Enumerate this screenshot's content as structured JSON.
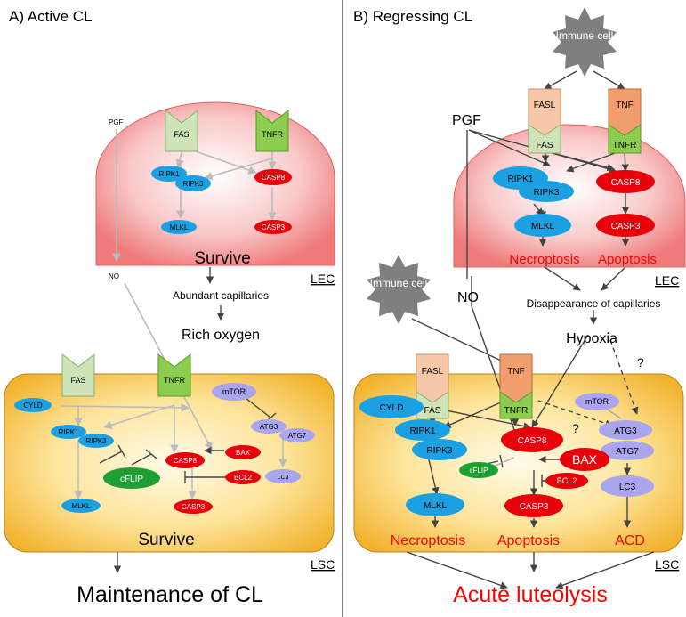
{
  "panel_a": {
    "title": "A) Active CL",
    "pgf": "PGF",
    "no": "NO",
    "fas": "FAS",
    "tnfr": "TNFR",
    "ripk1": "RIPK1",
    "ripk3": "RIPK3",
    "mlkl": "MLKL",
    "casp8": "CASP8",
    "casp3": "CASP3",
    "lec_status": "Survive",
    "lec_label": "LEC",
    "capillaries": "Abundant capillaries",
    "oxygen": "Rich oxygen",
    "cyld": "CYLD",
    "mtor": "mTOR",
    "atg3": "ATG3",
    "atg7": "ATG7",
    "lc3": "LC3",
    "bax": "BAX",
    "bcl2": "BCL2",
    "cflip": "cFLIP",
    "lsc_status": "Survive",
    "lsc_label": "LSC",
    "outcome": "Maintenance of CL"
  },
  "panel_b": {
    "title": "B) Regressing CL",
    "immune_cell": "Immune cell",
    "pgf": "PGF",
    "no": "NO",
    "fasl": "FASL",
    "tnf": "TNF",
    "fas": "FAS",
    "tnfr": "TNFR",
    "ripk1": "RIPK1",
    "ripk3": "RIPK3",
    "mlkl": "MLKL",
    "casp8": "CASP8",
    "casp3": "CASP3",
    "necroptosis": "Necroptosis",
    "apoptosis": "Apoptosis",
    "lec_label": "LEC",
    "capillaries": "Disappearance of capillaries",
    "hypoxia": "Hypoxia",
    "question": "?",
    "cyld": "CYLD",
    "mtor": "mTOR",
    "atg3": "ATG3",
    "atg7": "ATG7",
    "lc3": "LC3",
    "bax": "BAX",
    "bcl2": "BCL2",
    "cflip": "cFLIP",
    "acd": "ACD",
    "lsc_label": "LSC",
    "outcome": "Acute luteolysis"
  },
  "colors": {
    "blue": "#1ba0e2",
    "red": "#e8000b",
    "purple": "#a9a5ee",
    "green": "#1e9e33",
    "receptor_light": "#cfe3b8",
    "receptor_dark": "#8ccc4e",
    "ligand_light": "#f7c7a9",
    "ligand_dark": "#f09e6e",
    "outcome_red": "#ff0000",
    "immune_gray": "#7f7f7f"
  }
}
